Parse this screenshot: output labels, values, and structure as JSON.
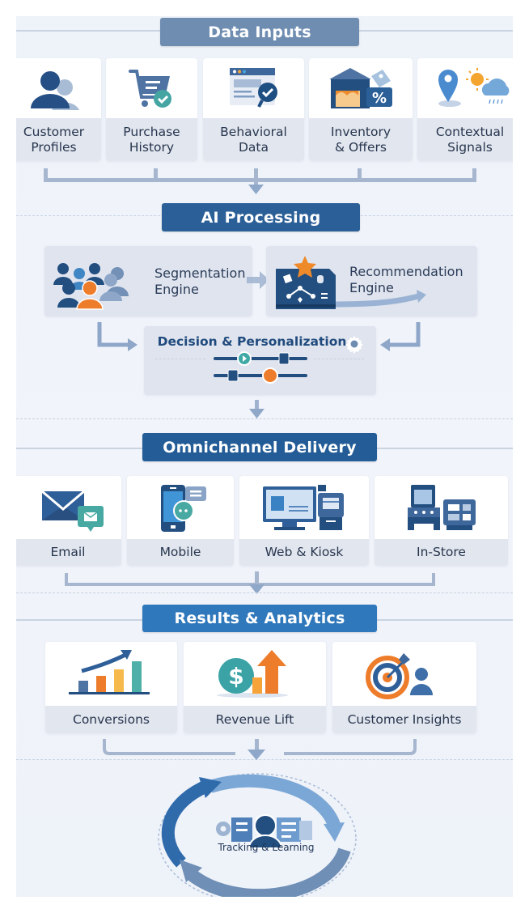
{
  "sections": {
    "data_inputs": {
      "title": "Data Inputs",
      "color": "#6e8db1",
      "cards": [
        {
          "label": "Customer\nProfiles",
          "icon": "customer-profiles-icon"
        },
        {
          "label": "Purchase\nHistory",
          "icon": "shopping-cart-check-icon"
        },
        {
          "label": "Behavioral\nData",
          "icon": "browser-window-check-icon"
        },
        {
          "label": "Inventory\n& Offers",
          "icon": "warehouse-percent-tag-icon"
        },
        {
          "label": "Contextual\nSignals",
          "icon": "location-weather-icon"
        }
      ]
    },
    "ai_processing": {
      "title": "AI Processing",
      "color": "#2b5f97",
      "segmentation": {
        "label": "Segmentation\nEngine",
        "icon": "people-group-icon"
      },
      "recommendation": {
        "label": "Recommendation\nEngine",
        "icon": "recommendation-network-star-icon"
      },
      "decision": {
        "label": "Decision & Personalization",
        "icon": "sliders-gear-icon"
      }
    },
    "omnichannel_delivery": {
      "title": "Omnichannel Delivery",
      "color": "#235c96",
      "cards": [
        {
          "label": "Email",
          "icon": "envelope-chat-icon"
        },
        {
          "label": "Mobile",
          "icon": "mobile-phone-chat-icon"
        },
        {
          "label": "Web & Kiosk",
          "icon": "desktop-kiosk-icon"
        },
        {
          "label": "In-Store",
          "icon": "pos-terminal-icon"
        }
      ]
    },
    "results_analytics": {
      "title": "Results & Analytics",
      "color": "#2f78bb",
      "cards": [
        {
          "label": "Conversions",
          "icon": "bar-chart-growth-icon"
        },
        {
          "label": "Revenue Lift",
          "icon": "dollar-arrow-up-icon"
        },
        {
          "label": "Customer Insights",
          "icon": "target-person-icon"
        }
      ]
    },
    "tracking": {
      "label": "Tracking & Learning",
      "icon": "feedback-loop-icon"
    }
  },
  "colors": {
    "panel_bg": "#eef2f9",
    "card_label_bg": "#e2e6ee",
    "text_dark": "#27364f",
    "connector": "#a6b6cf",
    "accent_orange": "#ee7d2b",
    "accent_teal": "#3fa9a5",
    "navy": "#234e80"
  }
}
